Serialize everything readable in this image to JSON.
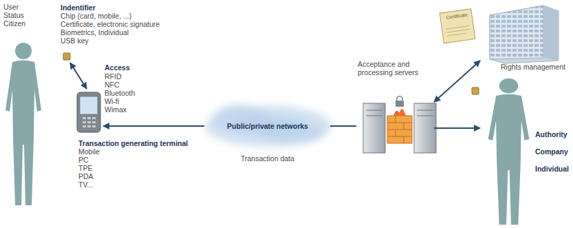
{
  "diagram": {
    "nodes": [
      {
        "text": [
          "User",
          "Status",
          "Citizen"
        ]
      },
      {
        "text": [
          "Indentifier",
          "Chip (card, mobile, ...)",
          "Certificate, electronic signature",
          "Biometrics, Individual",
          "USB key"
        ]
      },
      {
        "text": [
          "Transaction generating terminal",
          "Mobile",
          "PC",
          "TPE",
          "PDA",
          "TV..."
        ]
      },
      {
        "text": [
          "Public/private networks"
        ]
      },
      {
        "text": [
          "Acceptance and processing servers"
        ]
      },
      {
        "text": [
          "Rights management"
        ]
      },
      {
        "text": [
          "Authority",
          "Company",
          "Individual"
        ]
      }
    ],
    "edges": [
      {
        "from": 1,
        "to": 2,
        "arrow": "both"
      },
      {
        "from": 3,
        "to": 2,
        "arrow": "to"
      },
      {
        "from": 4,
        "to": 3,
        "arrow": "none"
      },
      {
        "from": 4,
        "to": 5,
        "arrow": "both"
      },
      {
        "from": 4,
        "to": 6,
        "arrow": "to"
      }
    ],
    "labels": [
      "Access",
      "RFID",
      "NFC",
      "Bluetooth",
      "Wi-fi",
      "Wimax",
      "Transaction data",
      "Certificate"
    ]
  }
}
